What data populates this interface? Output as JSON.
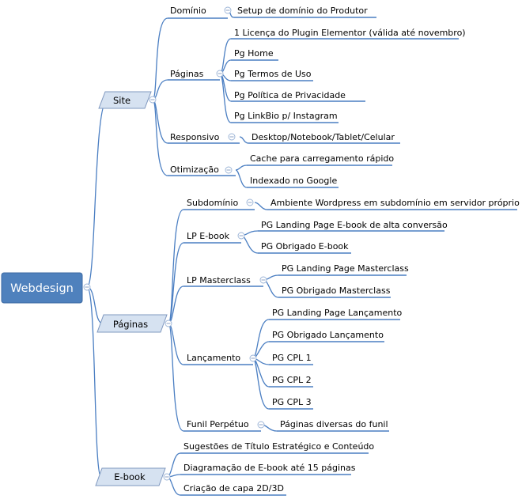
{
  "colors": {
    "accent": "#4a7ec2",
    "root_fill": "#4f81bd",
    "branch_fill": "#d6e2f1"
  },
  "root": {
    "label": "Webdesign"
  },
  "branches": {
    "site": {
      "label": "Site",
      "dominio": {
        "label": "Domínio",
        "items": [
          "Setup de domínio do Produtor"
        ]
      },
      "paginas": {
        "label": "Páginas",
        "items": [
          "1 Licença do Plugin Elementor (válida até novembro)",
          "Pg Home",
          "Pg Termos de Uso",
          "Pg Política de Privacidade",
          "Pg LinkBio p/ Instagram"
        ]
      },
      "responsivo": {
        "label": "Responsivo",
        "items": [
          "Desktop/Notebook/Tablet/Celular"
        ]
      },
      "otimizacao": {
        "label": "Otimização",
        "items": [
          "Cache para carregamento rápido",
          "Indexado no Google"
        ]
      }
    },
    "paginas": {
      "label": "Páginas",
      "subdominio": {
        "label": "Subdomínio",
        "items": [
          "Ambiente Wordpress em subdomínio em servidor próprio"
        ]
      },
      "lp_ebook": {
        "label": "LP E-book",
        "items": [
          "PG Landing Page E-book de alta conversão",
          "PG Obrigado E-book"
        ]
      },
      "lp_masterclass": {
        "label": "LP Masterclass",
        "items": [
          "PG Landing Page Masterclass",
          "PG Obrigado Masterclass"
        ]
      },
      "lancamento": {
        "label": "Lançamento",
        "items": [
          "PG Landing Page Lançamento",
          "PG Obrigado Lançamento",
          "PG CPL 1",
          "PG CPL 2",
          "PG CPL 3"
        ]
      },
      "funil": {
        "label": "Funil Perpétuo",
        "items": [
          "Páginas diversas do funil"
        ]
      }
    },
    "ebook": {
      "label": "E-book",
      "items": [
        "Sugestões de Título Estratégico e Conteúdo",
        "Diagramação de E-book até 15 páginas",
        "Criação de capa 2D/3D"
      ]
    }
  }
}
